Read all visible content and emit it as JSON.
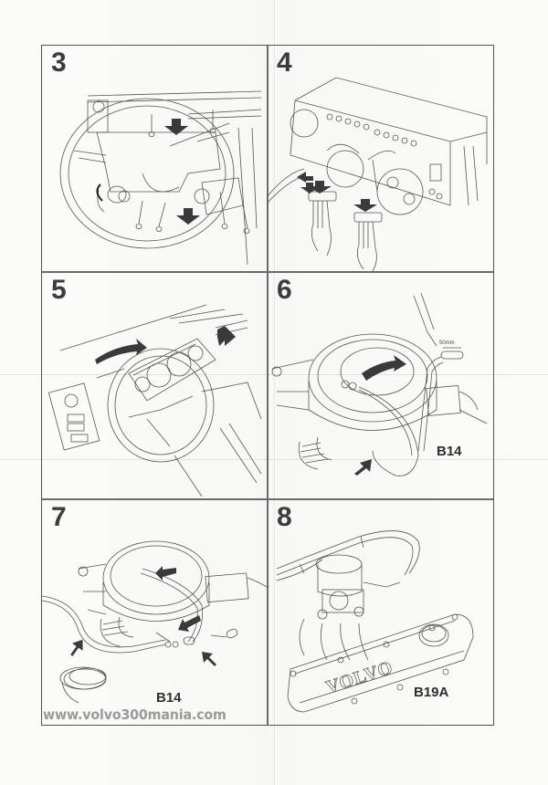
{
  "document": {
    "type": "illustrated instruction sheet",
    "subject": "Volvo 300 series dashboard instrument cluster and vacuum hose installation"
  },
  "panels": [
    {
      "step": "3",
      "illustration": "steering-column-cover-removal",
      "engine_label": ""
    },
    {
      "step": "4",
      "illustration": "instrument-cluster-connectors",
      "engine_label": ""
    },
    {
      "step": "5",
      "illustration": "instrument-cluster-removal",
      "engine_label": ""
    },
    {
      "step": "6",
      "illustration": "carburettor-vacuum-hose",
      "engine_label": "B14",
      "dimension_label": "50mm"
    },
    {
      "step": "7",
      "illustration": "carburettor-hose-routing",
      "engine_label": "B14"
    },
    {
      "step": "8",
      "illustration": "engine-hose-routing",
      "engine_label": "B19A",
      "valve_cover_text": "VOLVO"
    }
  ],
  "watermark": "www.volvo300mania.com",
  "colors": {
    "line": "#4a4a4a",
    "arrow": "#3a3a3a",
    "paper": "#fbfbf9",
    "watermark": "#9a9a9a"
  }
}
